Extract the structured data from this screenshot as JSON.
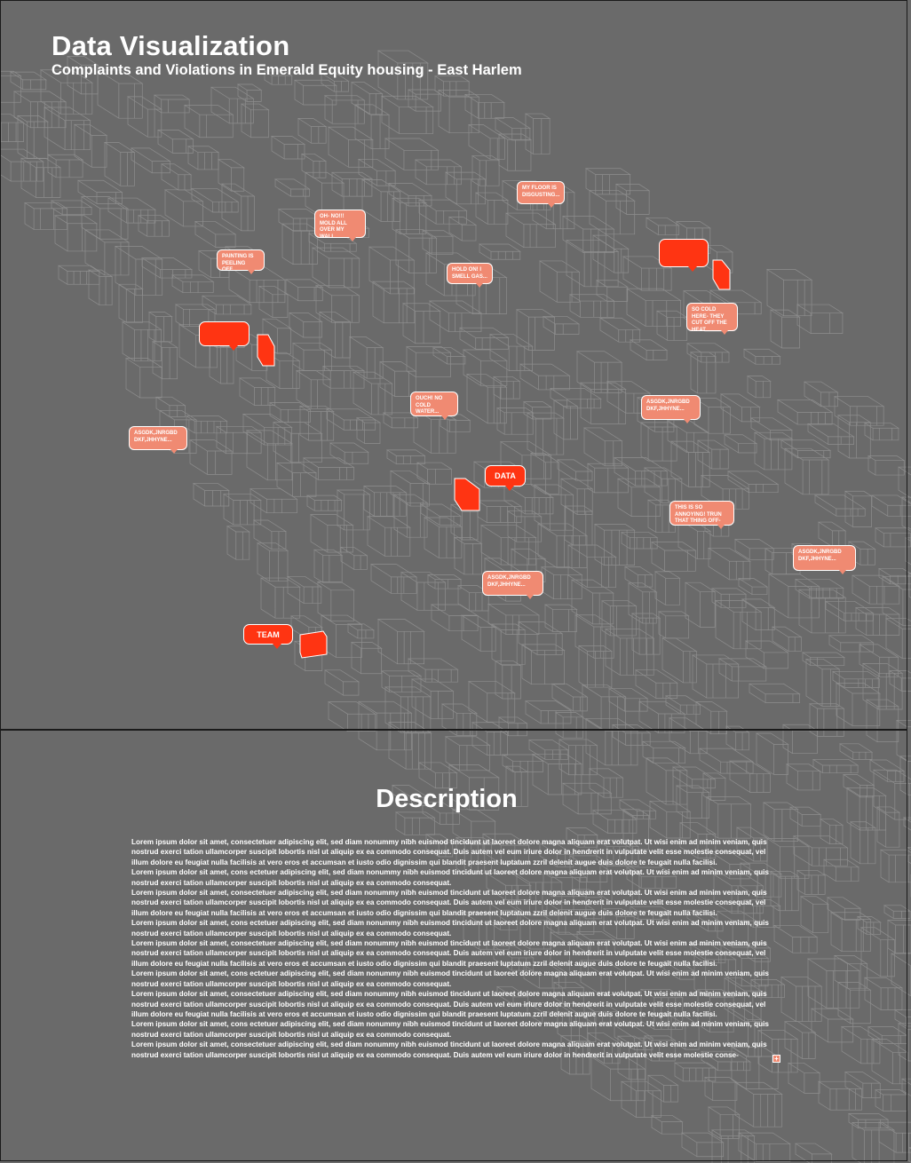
{
  "header": {
    "title": "Data Visualization",
    "subtitle": "Complaints and Violations in Emerald Equity housing - East Harlem"
  },
  "complaints": [
    {
      "text": "MY FLOOR IS DISGUSTING..."
    },
    {
      "text": "OH- NO!!! MOLD ALL OVER MY WALL"
    },
    {
      "text": "PAINTING IS PEELING OFF..."
    },
    {
      "text": "HOLD ON! I SMELL GAS..."
    },
    {
      "text": "SO COLD HERE- THEY CUT OFF THE HEAT..."
    },
    {
      "text": "OUCH! NO COLD WATER..."
    },
    {
      "text": "ASGDK,JNRGBD DKF,JHHYNE..."
    },
    {
      "text": "ASGDK,JNRGBD DKF,JHHYNE..."
    },
    {
      "text": "THIS IS SO ANNOYING! TRUN THAT THING OFF-"
    },
    {
      "text": "ASGDK,JNRGBD DKF,JHHYNE..."
    },
    {
      "text": "ASGDK,JNRGBD DKF,JHHYNE..."
    }
  ],
  "callouts": {
    "data": "DATA",
    "team": "TEAM"
  },
  "description": {
    "title": "Description",
    "paragraphs": [
      "Lorem ipsum dolor sit amet, consectetuer adipiscing elit, sed diam nonummy nibh euismod tincidunt ut laoreet dolore magna aliquam erat volutpat. Ut wisi enim ad minim veniam, quis nostrud exerci tation ullamcorper suscipit lobortis nisl ut aliquip ex ea commodo consequat. Duis autem vel eum iriure dolor in hendrerit in vulputate velit esse molestie consequat, vel illum dolore eu feugiat nulla facilisis at vero eros et accumsan et iusto odio dignissim qui blandit praesent luptatum zzril delenit augue duis dolore te feugait nulla facilisi.",
      "Lorem ipsum dolor sit amet, cons ectetuer adipiscing elit, sed diam nonummy nibh euismod tincidunt ut laoreet dolore magna aliquam erat volutpat. Ut wisi enim ad minim veniam, quis nostrud exerci tation ullamcorper suscipit lobortis nisl ut aliquip ex ea commodo consequat.",
      "Lorem ipsum dolor sit amet, consectetuer adipiscing elit, sed diam nonummy nibh euismod tincidunt ut laoreet dolore magna aliquam erat volutpat. Ut wisi enim ad minim veniam, quis nostrud exerci tation ullamcorper suscipit lobortis nisl ut aliquip ex ea commodo consequat. Duis autem vel eum iriure dolor in hendrerit in vulputate velit esse molestie consequat, vel illum dolore eu feugiat nulla facilisis at vero eros et accumsan et iusto odio dignissim qui blandit praesent luptatum zzril delenit augue duis dolore te feugait nulla facilisi.",
      "Lorem ipsum dolor sit amet, cons ectetuer adipiscing elit, sed diam nonummy nibh euismod tincidunt ut laoreet dolore magna aliquam erat volutpat. Ut wisi enim ad minim veniam, quis nostrud exerci tation ullamcorper suscipit lobortis nisl ut aliquip ex ea commodo consequat.",
      "Lorem ipsum dolor sit amet, consectetuer adipiscing elit, sed diam nonummy nibh euismod tincidunt ut laoreet dolore magna aliquam erat volutpat. Ut wisi enim ad minim veniam, quis nostrud exerci tation ullamcorper suscipit lobortis nisl ut aliquip ex ea commodo consequat. Duis autem vel eum iriure dolor in hendrerit in vulputate velit esse molestie consequat, vel illum dolore eu feugiat nulla facilisis at vero eros et accumsan et iusto odio dignissim qui blandit praesent luptatum zzril delenit augue duis dolore te feugait nulla facilisi.",
      "Lorem ipsum dolor sit amet, cons ectetuer adipiscing elit, sed diam nonummy nibh euismod tincidunt ut laoreet dolore magna aliquam erat volutpat. Ut wisi enim ad minim veniam, quis nostrud exerci tation ullamcorper suscipit lobortis nisl ut aliquip ex ea commodo consequat.",
      "Lorem ipsum dolor sit amet, consectetuer adipiscing elit, sed diam nonummy nibh euismod tincidunt ut laoreet dolore magna aliquam erat volutpat. Ut wisi enim ad minim veniam, quis nostrud exerci tation ullamcorper suscipit lobortis nisl ut aliquip ex ea commodo consequat. Duis autem vel eum iriure dolor in hendrerit in vulputate velit esse molestie consequat, vel illum dolore eu feugiat nulla facilisis at vero eros et accumsan et iusto odio dignissim qui blandit praesent luptatum zzril delenit augue duis dolore te feugait nulla facilisi.",
      "Lorem ipsum dolor sit amet, cons ectetuer adipiscing elit, sed diam nonummy nibh euismod tincidunt ut laoreet dolore magna aliquam erat volutpat. Ut wisi enim ad minim veniam, quis nostrud exerci tation ullamcorper suscipit lobortis nisl ut aliquip ex ea commodo consequat.",
      "Lorem ipsum dolor sit amet, consectetuer adipiscing elit, sed diam nonummy nibh euismod tincidunt ut laoreet dolore magna aliquam erat volutpat. Ut wisi enim ad minim veniam, quis nostrud exerci tation ullamcorper suscipit lobortis nisl ut aliquip ex ea commodo consequat. Duis autem vel eum iriure dolor in hendrerit in vulputate velit esse molestie conse-"
    ]
  },
  "colors": {
    "background": "#6a6a6a",
    "bubble": "#f08a72",
    "highlight": "#ff3412",
    "linework": "#9a9a9a"
  }
}
